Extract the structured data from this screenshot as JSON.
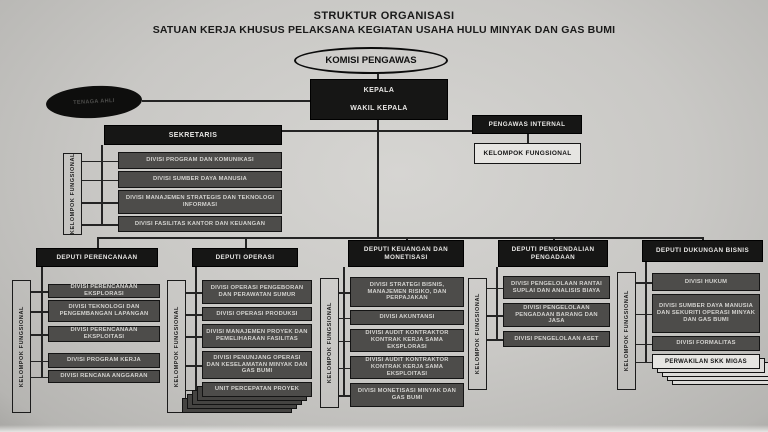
{
  "title": {
    "line1": "STRUKTUR ORGANISASI",
    "line2": "SATUAN KERJA KHUSUS PELAKSANA KEGIATAN USAHA HULU MINYAK DAN GAS BUMI"
  },
  "nodes": {
    "komisi_pengawas": "KOMISI PENGAWAS",
    "tenaga_ahli": "TENAGA AHLI",
    "kepala": "KEPALA",
    "wakil_kepala": "WAKIL KEPALA"
  },
  "sekretaris": {
    "label": "SEKRETARIS",
    "kelompok": "KELOMPOK FUNGSIONAL",
    "divisions": [
      {
        "label": "DIVISI PROGRAM DAN KOMUNIKASI"
      },
      {
        "label": "DIVISI SUMBER DAYA MANUSIA"
      },
      {
        "label": "DIVISI MANAJEMEN STRATEGIS DAN TEKNOLOGI INFORMASI"
      },
      {
        "label": "DIVISI FASILITAS KANTOR DAN KEUANGAN"
      }
    ]
  },
  "pengawas_internal": {
    "label": "PENGAWAS INTERNAL",
    "kelompok": "KELOMPOK FUNGSIONAL"
  },
  "deputies": [
    {
      "label": "DEPUTI PERENCANAAN",
      "kelompok": "KELOMPOK FUNGSIONAL",
      "divisions": [
        {
          "label": "DIVISI PERENCANAAN EKSPLORASI"
        },
        {
          "label": "DIVISI TEKNOLOGI DAN PENGEMBANGAN LAPANGAN"
        },
        {
          "label": "DIVISI PERENCANAAN EKSPLOITASI"
        },
        {
          "label": "DIVISI PROGRAM KERJA"
        },
        {
          "label": "DIVISI RENCANA ANGGARAN"
        }
      ]
    },
    {
      "label": "DEPUTI OPERASI",
      "kelompok": "KELOMPOK FUNGSIONAL",
      "divisions": [
        {
          "label": "DIVISI OPERASI PENGEBORAN DAN PERAWATAN SUMUR"
        },
        {
          "label": "DIVISI OPERASI PRODUKSI"
        },
        {
          "label": "DIVISI MANAJEMEN PROYEK DAN PEMELIHARAAN FASILITAS"
        },
        {
          "label": "DIVISI PENUNJANG OPERASI DAN KESELAMATAN MINYAK DAN GAS BUMI"
        },
        {
          "label": "UNIT PERCEPATAN PROYEK",
          "stacked": true
        }
      ]
    },
    {
      "label": "DEPUTI KEUANGAN DAN MONETISASI",
      "kelompok": "KELOMPOK FUNGSIONAL",
      "divisions": [
        {
          "label": "DIVISI STRATEGI BISNIS, MANAJEMEN RISIKO, DAN PERPAJAKAN"
        },
        {
          "label": "DIVISI AKUNTANSI"
        },
        {
          "label": "DIVISI AUDIT KONTRAKTOR KONTRAK KERJA SAMA EKSPLORASI"
        },
        {
          "label": "DIVISI AUDIT KONTRAKTOR KONTRAK KERJA SAMA EKSPLOITASI"
        },
        {
          "label": "DIVISI MONETISASI MINYAK DAN GAS BUMI"
        }
      ]
    },
    {
      "label": "DEPUTI PENGENDALIAN PENGADAAN",
      "kelompok": "KELOMPOK FUNGSIONAL",
      "divisions": [
        {
          "label": "DIVISI PENGELOLAAN RANTAI SUPLAI DAN ANALISIS BIAYA"
        },
        {
          "label": "DIVISI PENGELOLAAN PENGADAAN BARANG DAN JASA"
        },
        {
          "label": "DIVISI PENGELOLAAN ASET"
        }
      ]
    },
    {
      "label": "DEPUTI DUKUNGAN BISNIS",
      "kelompok": "KELOMPOK FUNGSIONAL",
      "divisions": [
        {
          "label": "DIVISI HUKUM"
        },
        {
          "label": "DIVISI SUMBER DAYA MANUSIA DAN SEKURITI OPERASI MINYAK DAN GAS BUMI"
        },
        {
          "label": "DIVISI FORMALITAS"
        },
        {
          "label": "PERWAKILAN SKK MIGAS",
          "stacked": true,
          "light": true
        }
      ]
    }
  ],
  "colors": {
    "background": "#c9c8c5",
    "box_black": "#161615",
    "box_dark": "#4d4c4a",
    "box_light": "#e6e5e2",
    "line": "#242424"
  }
}
